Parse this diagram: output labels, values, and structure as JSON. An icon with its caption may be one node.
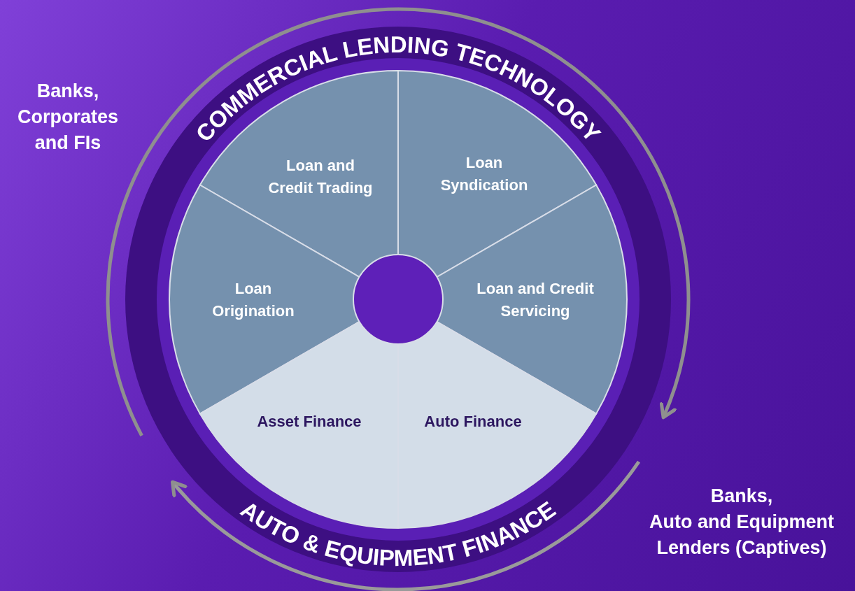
{
  "diagram": {
    "nodes": [
      {
        "text": [
          "Loan and Credit Trading"
        ]
      },
      {
        "text": [
          "Loan Syndication"
        ]
      },
      {
        "text": [
          "Loan Origination"
        ]
      },
      {
        "text": [
          "Loan and Credit Servicing"
        ]
      },
      {
        "text": [
          "Asset Finance"
        ]
      },
      {
        "text": [
          "Auto Finance"
        ]
      },
      {
        "text": [],
        "shape": "circle"
      }
    ],
    "labels": [
      "COMMERCIAL LENDING TECHNOLOGY",
      "Banks, Corporates and FIs",
      "AUTO & EQUIPMENT FINANCE",
      "Banks,",
      "Auto and Equipment Lenders (Captives)"
    ]
  }
}
